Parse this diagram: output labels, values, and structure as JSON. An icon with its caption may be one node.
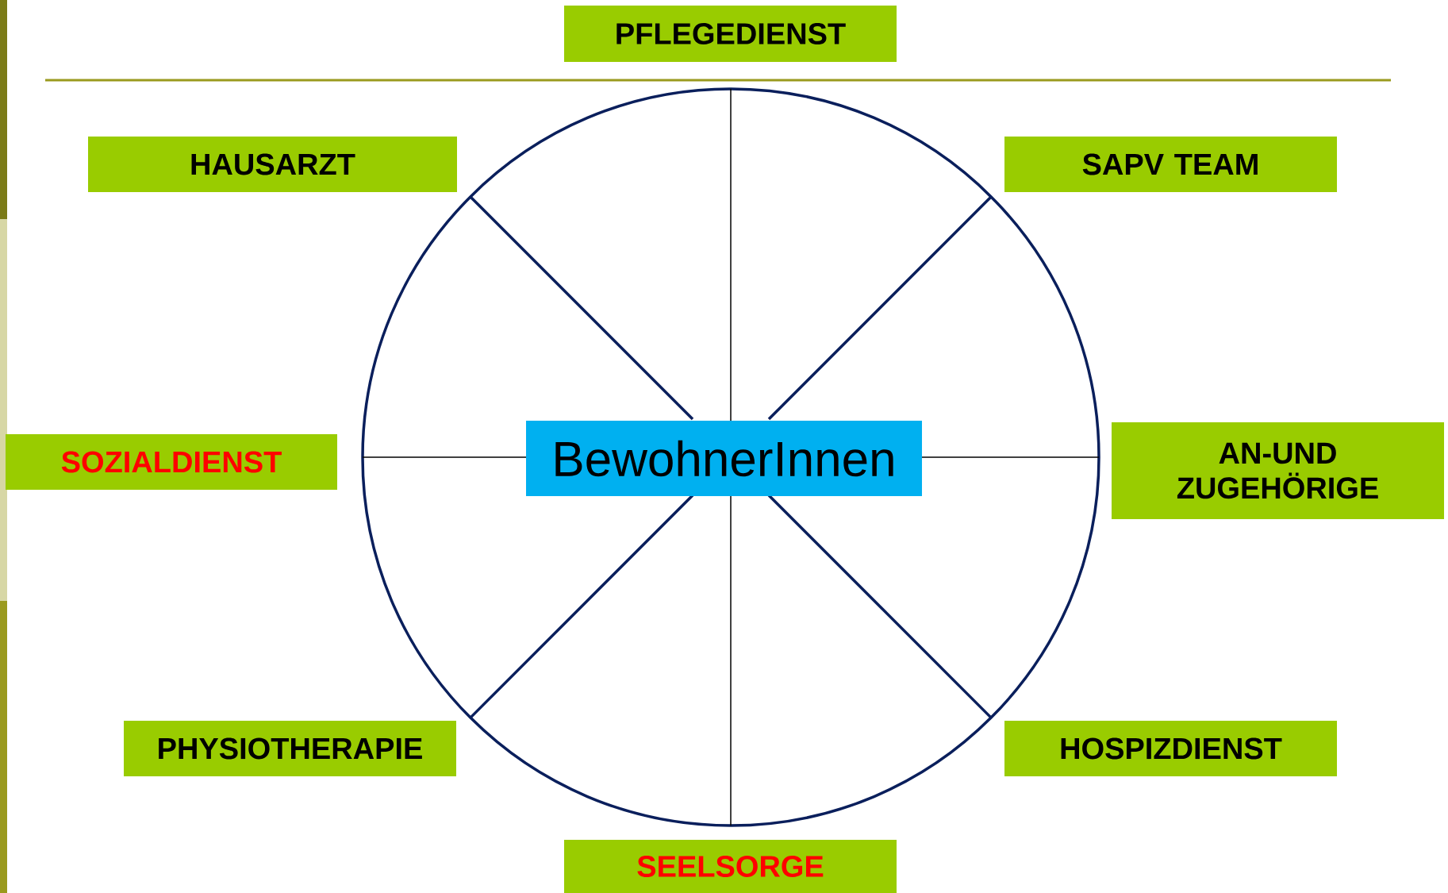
{
  "diagram": {
    "nodes": [
      {
        "text": [
          "PFLEGEDIENST"
        ]
      },
      {
        "text": [
          "HAUSARZT"
        ]
      },
      {
        "text": [
          "SAPV TEAM"
        ]
      },
      {
        "text": [
          "SOZIALDIENST"
        ]
      },
      {
        "text": [
          "BewohnerInnen"
        ]
      },
      {
        "text": [
          "AN-UND ZUGEHÖRIGE"
        ]
      },
      {
        "text": [
          "PHYSIOTHERAPIE"
        ]
      },
      {
        "text": [
          "HOSPIZDIENST"
        ]
      },
      {
        "text": [
          "SEELSORGE"
        ]
      }
    ]
  }
}
